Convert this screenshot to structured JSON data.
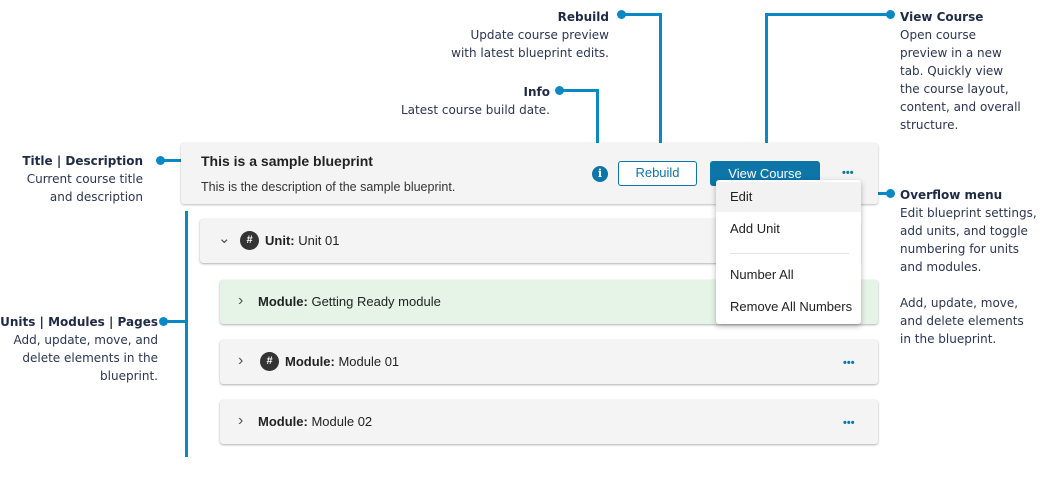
{
  "callouts": {
    "rebuild": {
      "title": "Rebuild",
      "lines": [
        "Update course preview",
        "with latest blueprint edits."
      ]
    },
    "info": {
      "title": "Info",
      "lines": [
        "Latest course build date."
      ]
    },
    "view_course": {
      "title": "View Course",
      "lines": [
        "Open course",
        "preview in a new",
        "tab. Quickly view",
        "the course layout,",
        "content, and overall",
        "structure."
      ]
    },
    "title_description": {
      "title": "Title | Description",
      "lines": [
        "Current course title",
        "and description"
      ]
    },
    "overflow_menu": {
      "title": "Overflow menu",
      "lines": [
        "Edit blueprint settings,",
        "add units, and toggle",
        "numbering for units",
        "and modules.",
        "",
        "Add, update, move,",
        "and delete elements",
        "in the blueprint."
      ]
    },
    "units_modules_pages": {
      "title": "Units | Modules | Pages",
      "lines": [
        "Add, update, move, and",
        "delete elements in the",
        "blueprint."
      ]
    }
  },
  "blueprint": {
    "title": "This is a sample blueprint",
    "description": "This is the description of the sample blueprint.",
    "info_icon": "info-icon",
    "rebuild_label": "Rebuild",
    "view_course_label": "View Course",
    "more_icon": "•••"
  },
  "overflow_menu": {
    "items": [
      {
        "label": "Edit"
      },
      {
        "label": "Add Unit"
      },
      {
        "label": "Number All"
      },
      {
        "label": "Remove All Numbers"
      }
    ]
  },
  "tree": {
    "unit": {
      "chevron": "⌄",
      "badge": "#",
      "type_label": "Unit:",
      "name": "Unit 01"
    },
    "modules": [
      {
        "chevron": "›",
        "badge": "",
        "type_label": "Module:",
        "name": "Getting Ready module",
        "highlight": true
      },
      {
        "chevron": "›",
        "badge": "#",
        "type_label": "Module:",
        "name": "Module 01",
        "more": "•••"
      },
      {
        "chevron": "›",
        "badge": "",
        "type_label": "Module:",
        "name": "Module 02",
        "more": "•••"
      }
    ]
  },
  "colors": {
    "accent": "#0d75a8",
    "connector": "#0a88c4",
    "card_bg": "#f4f4f4",
    "highlight_row": "#e6f4e8",
    "badge": "#333333"
  }
}
